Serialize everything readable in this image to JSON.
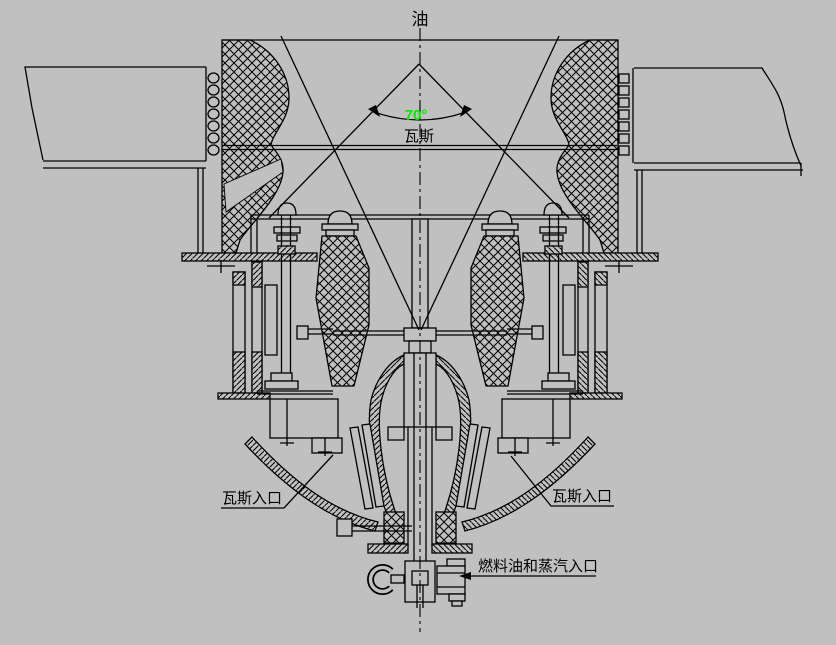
{
  "drawing": {
    "labels": {
      "oil": "油",
      "angle": "70°",
      "gas": "瓦斯",
      "gas_inlet_left": "瓦斯入口",
      "gas_inlet_right": "瓦斯入口",
      "fuel_oil_steam_inlet": "燃料油和蒸汽入口"
    },
    "colors": {
      "background": "#c0c0c0",
      "line": "#000000",
      "angle_text": "#00ee00"
    }
  }
}
